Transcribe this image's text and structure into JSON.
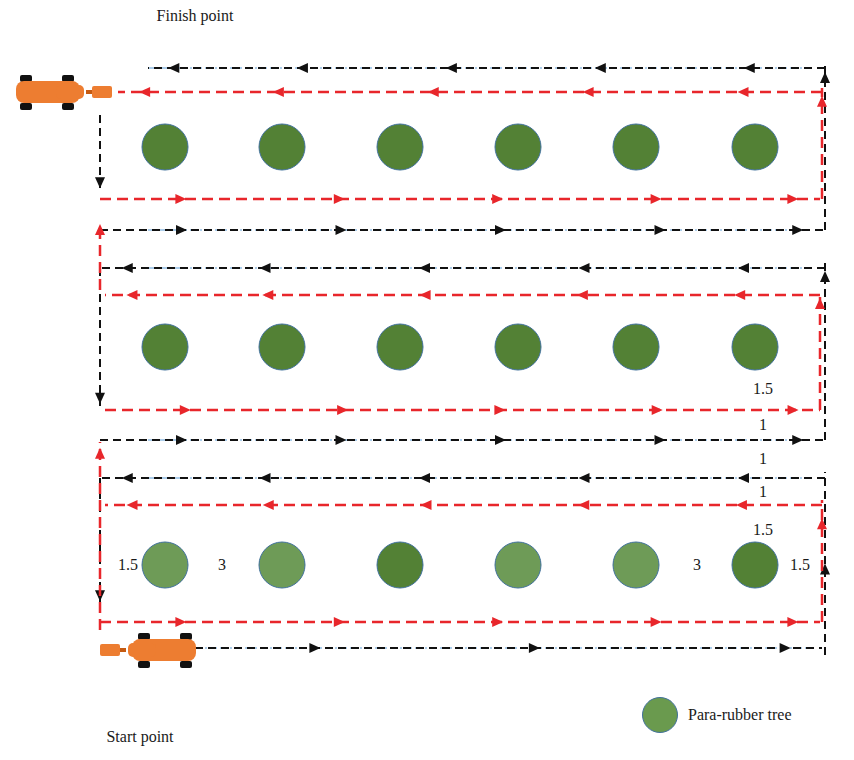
{
  "diagram": {
    "labels": [
      "Finish point",
      "1.5",
      "1",
      "1",
      "1",
      "1.5",
      "1.5",
      "3",
      "3",
      "1.5",
      "Start point"
    ],
    "legend": [
      {
        "text": "Para-rubber tree",
        "color": "#6a9a4e"
      }
    ]
  }
}
